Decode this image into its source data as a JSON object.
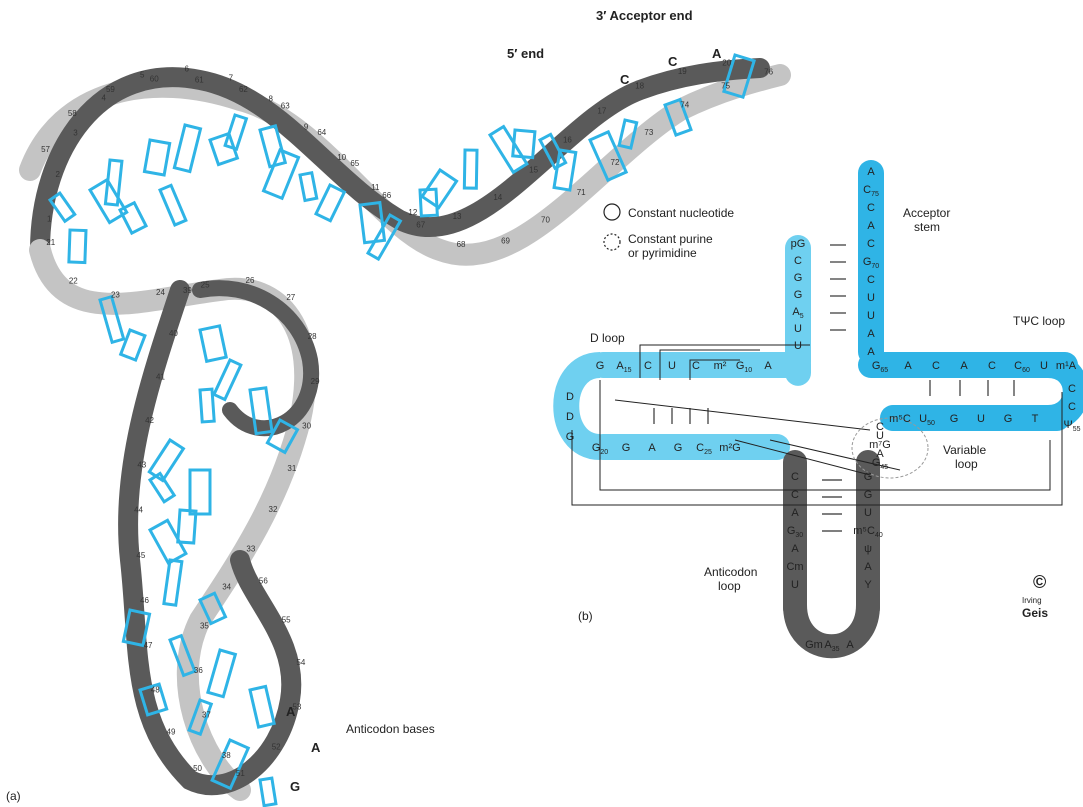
{
  "panel_a": {
    "label": "(a)",
    "five_prime_end": "5′ end",
    "three_prime_end": "3′ Acceptor end",
    "acceptor_bases": [
      "C",
      "C",
      "A"
    ],
    "anticodon_label": "Anticodon bases",
    "anticodon_bases": [
      "A",
      "A",
      "G"
    ],
    "residue_numbers": [
      "1",
      "2",
      "3",
      "4",
      "5",
      "6",
      "7",
      "8",
      "9",
      "10",
      "11",
      "12",
      "13",
      "14",
      "15",
      "16",
      "17",
      "18",
      "19",
      "20",
      "21",
      "22",
      "23",
      "24",
      "25",
      "26",
      "27",
      "28",
      "29",
      "30",
      "31",
      "32",
      "33",
      "34",
      "35",
      "36",
      "37",
      "38",
      "39",
      "40",
      "41",
      "42",
      "43",
      "44",
      "45",
      "46",
      "47",
      "48",
      "49",
      "50",
      "51",
      "52",
      "53",
      "54",
      "55",
      "56",
      "57",
      "58",
      "59",
      "60",
      "61",
      "62",
      "63",
      "64",
      "65",
      "66",
      "67",
      "68",
      "69",
      "70",
      "71",
      "72",
      "73",
      "74",
      "75",
      "76"
    ]
  },
  "panel_b": {
    "label": "(b)",
    "legend": {
      "constant": "Constant nucleotide",
      "purine_pyrimidine_1": "Constant purine",
      "purine_pyrimidine_2": "or pyrimidine"
    },
    "acceptor_stem": {
      "line1": "Acceptor",
      "line2": "stem"
    },
    "d_loop": "D loop",
    "tpsic_loop": "TΨC loop",
    "variable_loop": {
      "line1": "Variable",
      "line2": "loop"
    },
    "anticodon_loop": {
      "line1": "Anticodon",
      "line2": "loop"
    },
    "three_prime_strand": [
      "A",
      "C",
      "C",
      "A",
      "C",
      "G",
      "C",
      "U",
      "U",
      "A",
      "A"
    ],
    "three_prime_subs": [
      "",
      "75",
      "",
      "",
      "",
      "70",
      "",
      "",
      "",
      "",
      ""
    ],
    "five_prime_strand": [
      "pG",
      "C",
      "G",
      "G",
      "A",
      "U",
      "U"
    ],
    "five_prime_subs": [
      "",
      "",
      "",
      "",
      "5",
      "",
      ""
    ],
    "t_stem_top": [
      "G",
      "A",
      "C",
      "A",
      "C"
    ],
    "t_stem_top_subs": [
      "65",
      "",
      "",
      "",
      ""
    ],
    "t_loop_top": [
      "C",
      "U",
      "m¹A"
    ],
    "t_loop_top_subs": [
      "60",
      "",
      ""
    ],
    "t_stem_bottom": [
      "m⁵C",
      "U",
      "G",
      "U",
      "G",
      "T"
    ],
    "t_stem_bottom_subs": [
      "",
      "50",
      "",
      "",
      "",
      ""
    ],
    "t_loop_right": [
      "C",
      "C",
      "Ψ"
    ],
    "t_loop_right_subs": [
      "",
      "",
      "55"
    ],
    "d_top": [
      "G",
      "A",
      "C",
      "U",
      "C",
      "m²",
      "G",
      "A"
    ],
    "d_top_subs": [
      "",
      "15",
      "",
      "",
      "",
      "",
      "10",
      ""
    ],
    "d_left": [
      "D",
      "D",
      "G"
    ],
    "d_bottom": [
      "G",
      "G",
      "A",
      "G",
      "C",
      "m²G"
    ],
    "d_bottom_subs": [
      "20",
      "",
      "",
      "",
      "25",
      ""
    ],
    "variable": [
      "C",
      "U",
      "m⁷G",
      "A",
      "G"
    ],
    "variable_subs": [
      "",
      "",
      "",
      "",
      "45"
    ],
    "ac_left": [
      "C",
      "C",
      "A",
      "G",
      "A",
      "Cm",
      "U"
    ],
    "ac_left_subs": [
      "",
      "",
      "",
      "30",
      "",
      "",
      ""
    ],
    "ac_right": [
      "G",
      "G",
      "U",
      "m⁵C",
      "ψ",
      "A",
      "Y"
    ],
    "ac_right_subs": [
      "",
      "",
      "",
      "40",
      "",
      "",
      ""
    ],
    "ac_bottom": [
      "Gm",
      "A",
      "A"
    ],
    "ac_bottom_subs": [
      "",
      "35",
      ""
    ],
    "signature": {
      "line1": "©",
      "line2": "Irving",
      "line3": "Geis"
    }
  },
  "colors": {
    "blue": "#2fb4e6",
    "dark_ribbon": "#5a5a5a",
    "light_ribbon": "#c4c4c4",
    "light_blue": "#6fd0f0"
  }
}
